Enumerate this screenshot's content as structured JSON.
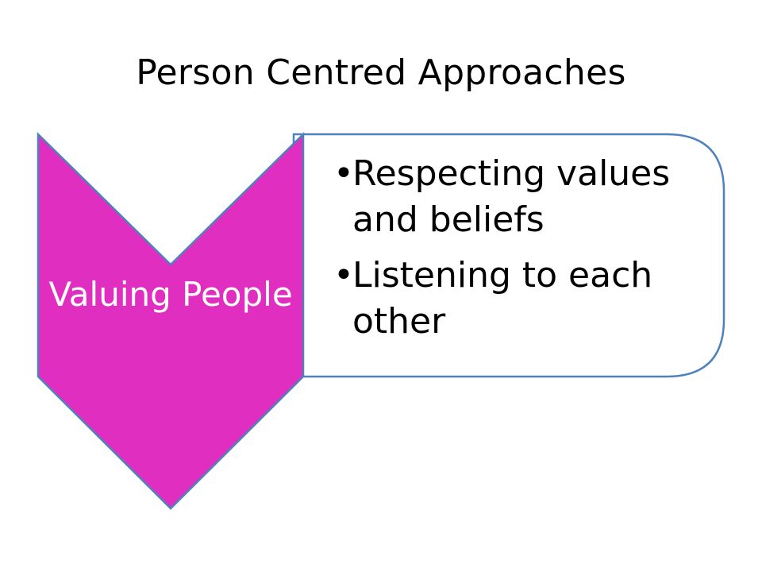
{
  "slide": {
    "title": "Person Centred Approaches"
  },
  "diagram": {
    "chevron_label": "Valuing People",
    "bullets": [
      "Respecting values and beliefs",
      "Listening to each other"
    ],
    "bullet_glyph": "•",
    "colors": {
      "chevron_fill": "#E02FC0",
      "outline": "#4F81BD",
      "panel_fill": "#FFFFFF"
    }
  }
}
